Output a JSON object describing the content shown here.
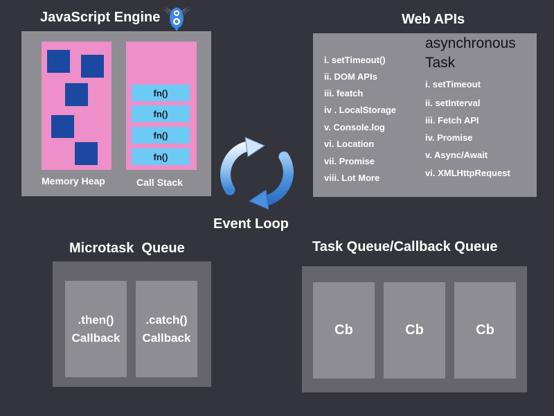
{
  "js_engine": {
    "title": "JavaScript Engine",
    "memory_heap_label": "Memory Heap",
    "call_stack_label": "Call Stack",
    "call_stack_frames": [
      "fn()",
      "fn()",
      "fn()",
      "fn()"
    ]
  },
  "web_apis": {
    "title": "Web APIs",
    "items": [
      "i. setTimeout()",
      "ii. DOM APIs",
      "iii. featch",
      "iv . LocalStorage",
      "v. Console.log",
      "vi. Location",
      "vii. Promise",
      "viii. Lot More"
    ],
    "async_heading_line1": "asynchronous",
    "async_heading_line2": "Task",
    "async_items": [
      "i. setTimeout",
      "ii. setInterval",
      "iii. Fetch API",
      "iv. Promise",
      "v. Async/Await",
      "vi. XMLHttpRequest"
    ]
  },
  "event_loop": {
    "label": "Event Loop"
  },
  "microtask_queue": {
    "title": "Microtask  Queue",
    "cards": [
      {
        "line1": ".then()",
        "line2": "Callback"
      },
      {
        "line1": ".catch()",
        "line2": "Callback"
      }
    ]
  },
  "task_queue": {
    "title": "Task Queue/Callback Queue",
    "cards": [
      "Cb",
      "Cb",
      "Cb"
    ]
  },
  "colors": {
    "background": "#34343c",
    "panel": "#8d8d93",
    "queue_panel": "#65656b",
    "pink": "#ee8fc9",
    "heap_block": "#1b48a0",
    "frame": "#6ccaf4"
  }
}
